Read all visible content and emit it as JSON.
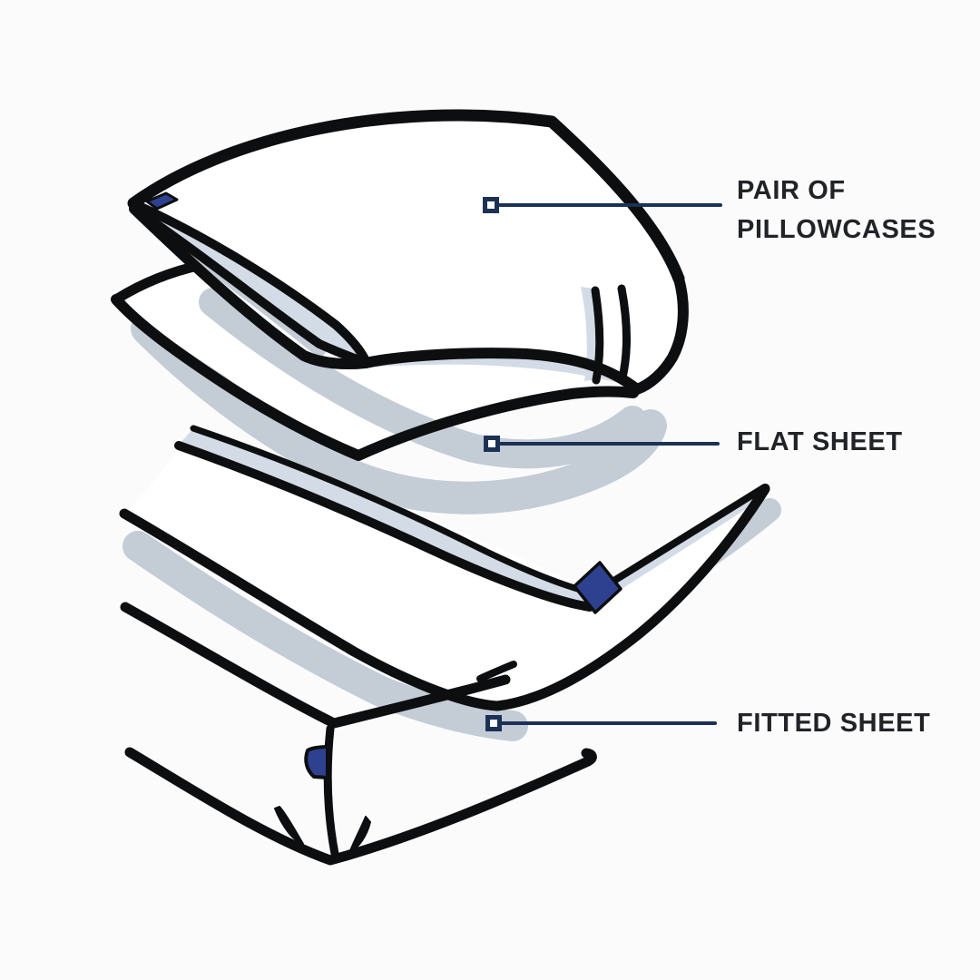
{
  "page": {
    "background_color": "#fbfbfc",
    "description": "Bedding set diagram with hand-drawn illustrations and labeled callouts"
  },
  "colors": {
    "ink": "#0d0e10",
    "accent_navy": "#1c3254",
    "tag_navy": "#2e4190",
    "shadow_blue_gray": "#c4ccd6",
    "band_light_blue": "#d3dbe6",
    "label_text": "#212327"
  },
  "callouts": [
    {
      "id": "pillowcases",
      "label_lines": [
        "PAIR OF",
        "PILLOWCASES"
      ]
    },
    {
      "id": "flat-sheet",
      "label_lines": [
        "FLAT SHEET"
      ]
    },
    {
      "id": "fitted-sheet",
      "label_lines": [
        "FITTED SHEET"
      ]
    }
  ],
  "illustration": {
    "items": [
      {
        "name": "pair of pillowcases",
        "detail": "two folded pillowcases stacked, navy corner tag"
      },
      {
        "name": "flat sheet",
        "detail": "folded flat sheet with hem band and navy diamond tag"
      },
      {
        "name": "fitted sheet",
        "detail": "fitted sheet over mattress corner with navy tag at seam"
      }
    ]
  }
}
